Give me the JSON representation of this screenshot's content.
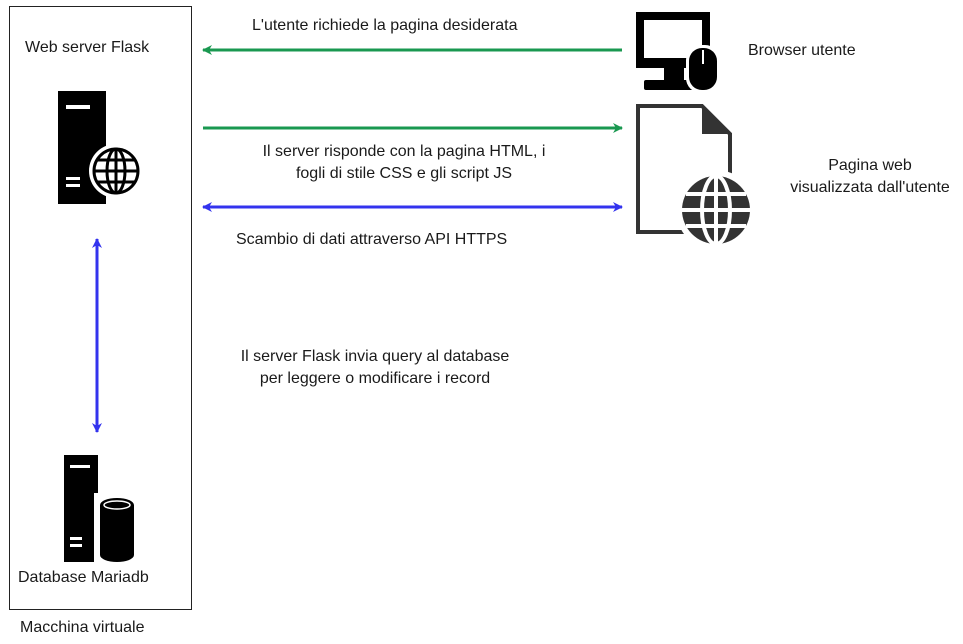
{
  "labels": {
    "web_server": "Web server Flask",
    "database": "Database Mariadb",
    "vm": "Macchina virtuale",
    "browser": "Browser utente",
    "page_line1": "Pagina web",
    "page_line2": "visualizzata dall'utente",
    "request": "L'utente richiede la pagina desiderata",
    "response_line1": "Il server risponde con la pagina HTML, i",
    "response_line2": "fogli di stile CSS e gli script JS",
    "api": "Scambio di dati attraverso API HTTPS",
    "db_query_line1": "Il server Flask invia query al database",
    "db_query_line2": "per leggere o modificare i record"
  },
  "colors": {
    "green_arrow": "#1a9850",
    "blue_arrow": "#3333ee",
    "icon": "#000000",
    "icon_dark": "#333333"
  },
  "icons": [
    "server-globe-icon",
    "database-server-icon",
    "monitor-mouse-icon",
    "web-page-globe-icon"
  ]
}
